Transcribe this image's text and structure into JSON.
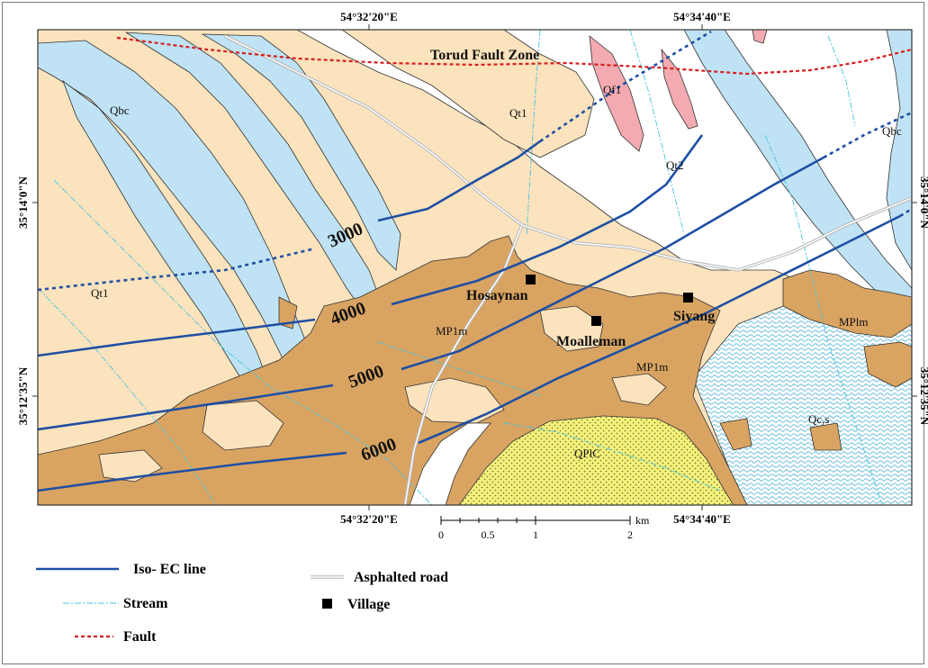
{
  "map": {
    "fault_zone_label": "Torud Fault Zone",
    "coords": {
      "top_left": "54°32'20\"E",
      "top_right": "54°34'40\"E",
      "bottom_left": "54°32'20\"E",
      "bottom_right": "54°34'40\"E",
      "left_upper": "35°14'0\"N",
      "left_lower": "35°12'35\"N",
      "right_upper": "35°14'0\"N",
      "right_lower": "35°12'35\"N"
    },
    "iso_ec_values": [
      "3000",
      "4000",
      "5000",
      "6000"
    ],
    "villages": [
      "Hosaynan",
      "Moalleman",
      "Siyang"
    ],
    "units": {
      "qbc_left": "Qbc",
      "qbc_right": "Qbc",
      "qt1_top": "Qt1",
      "qt1_left": "Qt1",
      "qt2": "Qt2",
      "qf1": "Qf1",
      "mp1m_center": "MP1m",
      "mp1m_lower": "MP1m",
      "mplm_right": "MPlm",
      "qcs": "Qc,s",
      "qplc": "QPlC"
    },
    "scale": {
      "ticks": [
        "0",
        "0.5",
        "1",
        "2"
      ],
      "unit": "km"
    }
  },
  "legend": {
    "iso_ec_line": "Iso- EC line",
    "stream": "Stream",
    "fault": "Fault",
    "asphalted_road": "Asphalted road",
    "village": "Village"
  },
  "colors": {
    "qt1_fill": "#fbe3bd",
    "qbc_fill": "#bfe3f4",
    "mp1m_fill": "#d9a462",
    "qf1_fill": "#f4aab1",
    "qplc_fill": "#f3f17a",
    "white_fill": "#ffffff",
    "iso_line": "#1f4fa3",
    "fault": "#d62020",
    "stream": "#45c3e0",
    "road": "#b5b5b5"
  }
}
